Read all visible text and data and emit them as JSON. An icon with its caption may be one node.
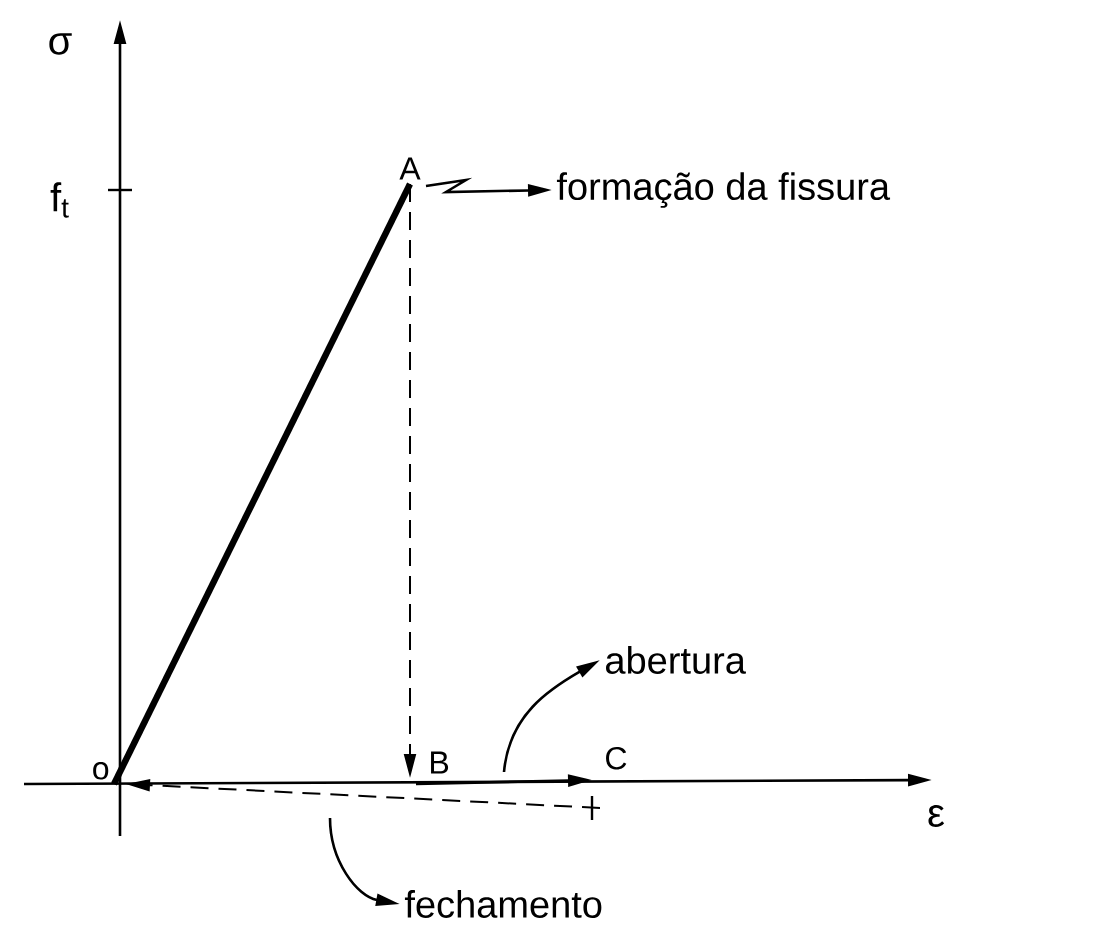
{
  "diagram": {
    "nodes": [
      {
        "text": [
          "o"
        ]
      },
      {
        "text": [
          "A"
        ]
      },
      {
        "text": [
          "B"
        ]
      },
      {
        "text": [
          "C"
        ]
      },
      {
        "text": [
          "formação da fissura"
        ]
      },
      {
        "text": [
          "abertura"
        ]
      },
      {
        "text": [
          "fechamento"
        ]
      }
    ],
    "edges": [
      {
        "from": 0,
        "to": 1,
        "arrow": "none",
        "style": "thick"
      },
      {
        "from": 1,
        "to": 2,
        "arrow": "to",
        "style": "dashed"
      },
      {
        "from": 2,
        "to": 3,
        "arrow": "to"
      },
      {
        "from": 3,
        "to": 0,
        "arrow": "to",
        "style": "dashed"
      },
      {
        "from": 1,
        "to": 4,
        "arrow": "to"
      },
      {
        "from": null,
        "to": 5,
        "arrow": "to"
      },
      {
        "from": null,
        "to": 6,
        "arrow": "to"
      }
    ],
    "labels": [
      "σ",
      "f$_{t}$",
      "ε"
    ]
  }
}
